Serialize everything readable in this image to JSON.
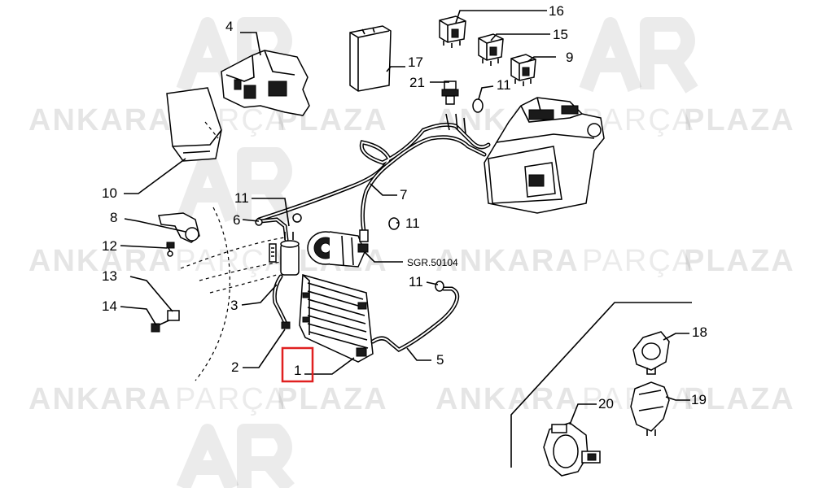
{
  "watermark": {
    "brand": "ANKARA",
    "middle": "PARÇA",
    "end": "PLAZA"
  },
  "callouts": {
    "c1": "1",
    "c2": "2",
    "c3": "3",
    "c4": "4",
    "c5": "5",
    "c6": "6",
    "c7": "7",
    "c8": "8",
    "c9": "9",
    "c10": "10",
    "c11a": "11",
    "c11b": "11",
    "c11c": "11",
    "c11d": "11",
    "c12": "12",
    "c13": "13",
    "c14": "14",
    "c15": "15",
    "c16": "16",
    "c17": "17",
    "c18": "18",
    "c19": "19",
    "c20": "20",
    "c21": "21"
  },
  "reference_label": "SGR.50104",
  "highlight": {
    "label": "1",
    "color": "#e02020"
  }
}
